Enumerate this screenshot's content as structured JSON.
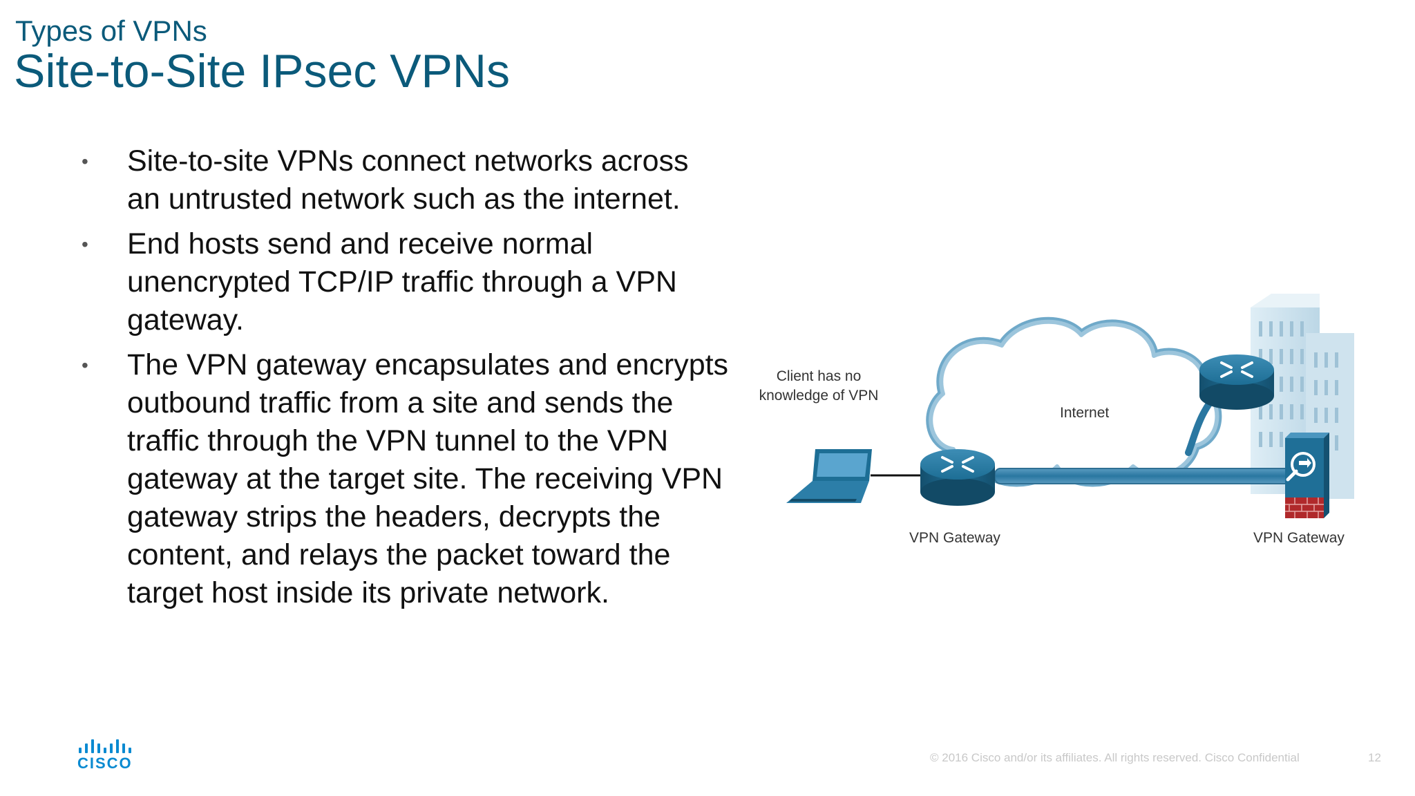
{
  "header": {
    "kicker": "Types of VPNs",
    "title": "Site-to-Site IPsec VPNs"
  },
  "bullets": [
    "Site-to-site VPNs connect networks across an untrusted network such as the internet.",
    "End hosts send and receive normal unencrypted TCP/IP traffic through a VPN gateway.",
    "The VPN gateway encapsulates and encrypts outbound traffic from a site and sends the traffic through the VPN tunnel to the VPN gateway at the target site. The receiving VPN gateway strips the headers, decrypts the content, and relays the packet toward the target host inside its private network."
  ],
  "diagram": {
    "client_label_line1": "Client has no",
    "client_label_line2": "knowledge of VPN",
    "cloud_label": "Internet",
    "left_gateway_label": "VPN Gateway",
    "right_gateway_label": "VPN Gateway",
    "nodes": [
      {
        "id": "client",
        "icon": "laptop-icon"
      },
      {
        "id": "left-gateway",
        "icon": "router-icon"
      },
      {
        "id": "internet",
        "icon": "cloud-icon"
      },
      {
        "id": "remote-router",
        "icon": "router-icon"
      },
      {
        "id": "right-gateway",
        "icon": "firewall-vpn-icon"
      },
      {
        "id": "remote-site",
        "icon": "building-icon"
      }
    ],
    "edges": [
      {
        "from": "client",
        "to": "left-gateway"
      },
      {
        "from": "left-gateway",
        "to": "right-gateway",
        "type": "vpn-tunnel"
      },
      {
        "from": "left-gateway",
        "to": "remote-router",
        "via": "internet"
      }
    ]
  },
  "footer": {
    "logo_text": "CISCO",
    "copyright": "© 2016  Cisco and/or its affiliates. All rights reserved.   Cisco Confidential",
    "page_number": "12"
  },
  "colors": {
    "title": "#0b5a7a",
    "cisco_blue": "#0a8ad1",
    "router": "#1d6e95",
    "cloud_stroke": "#6fa9c9",
    "firewall_red": "#b0292b"
  }
}
